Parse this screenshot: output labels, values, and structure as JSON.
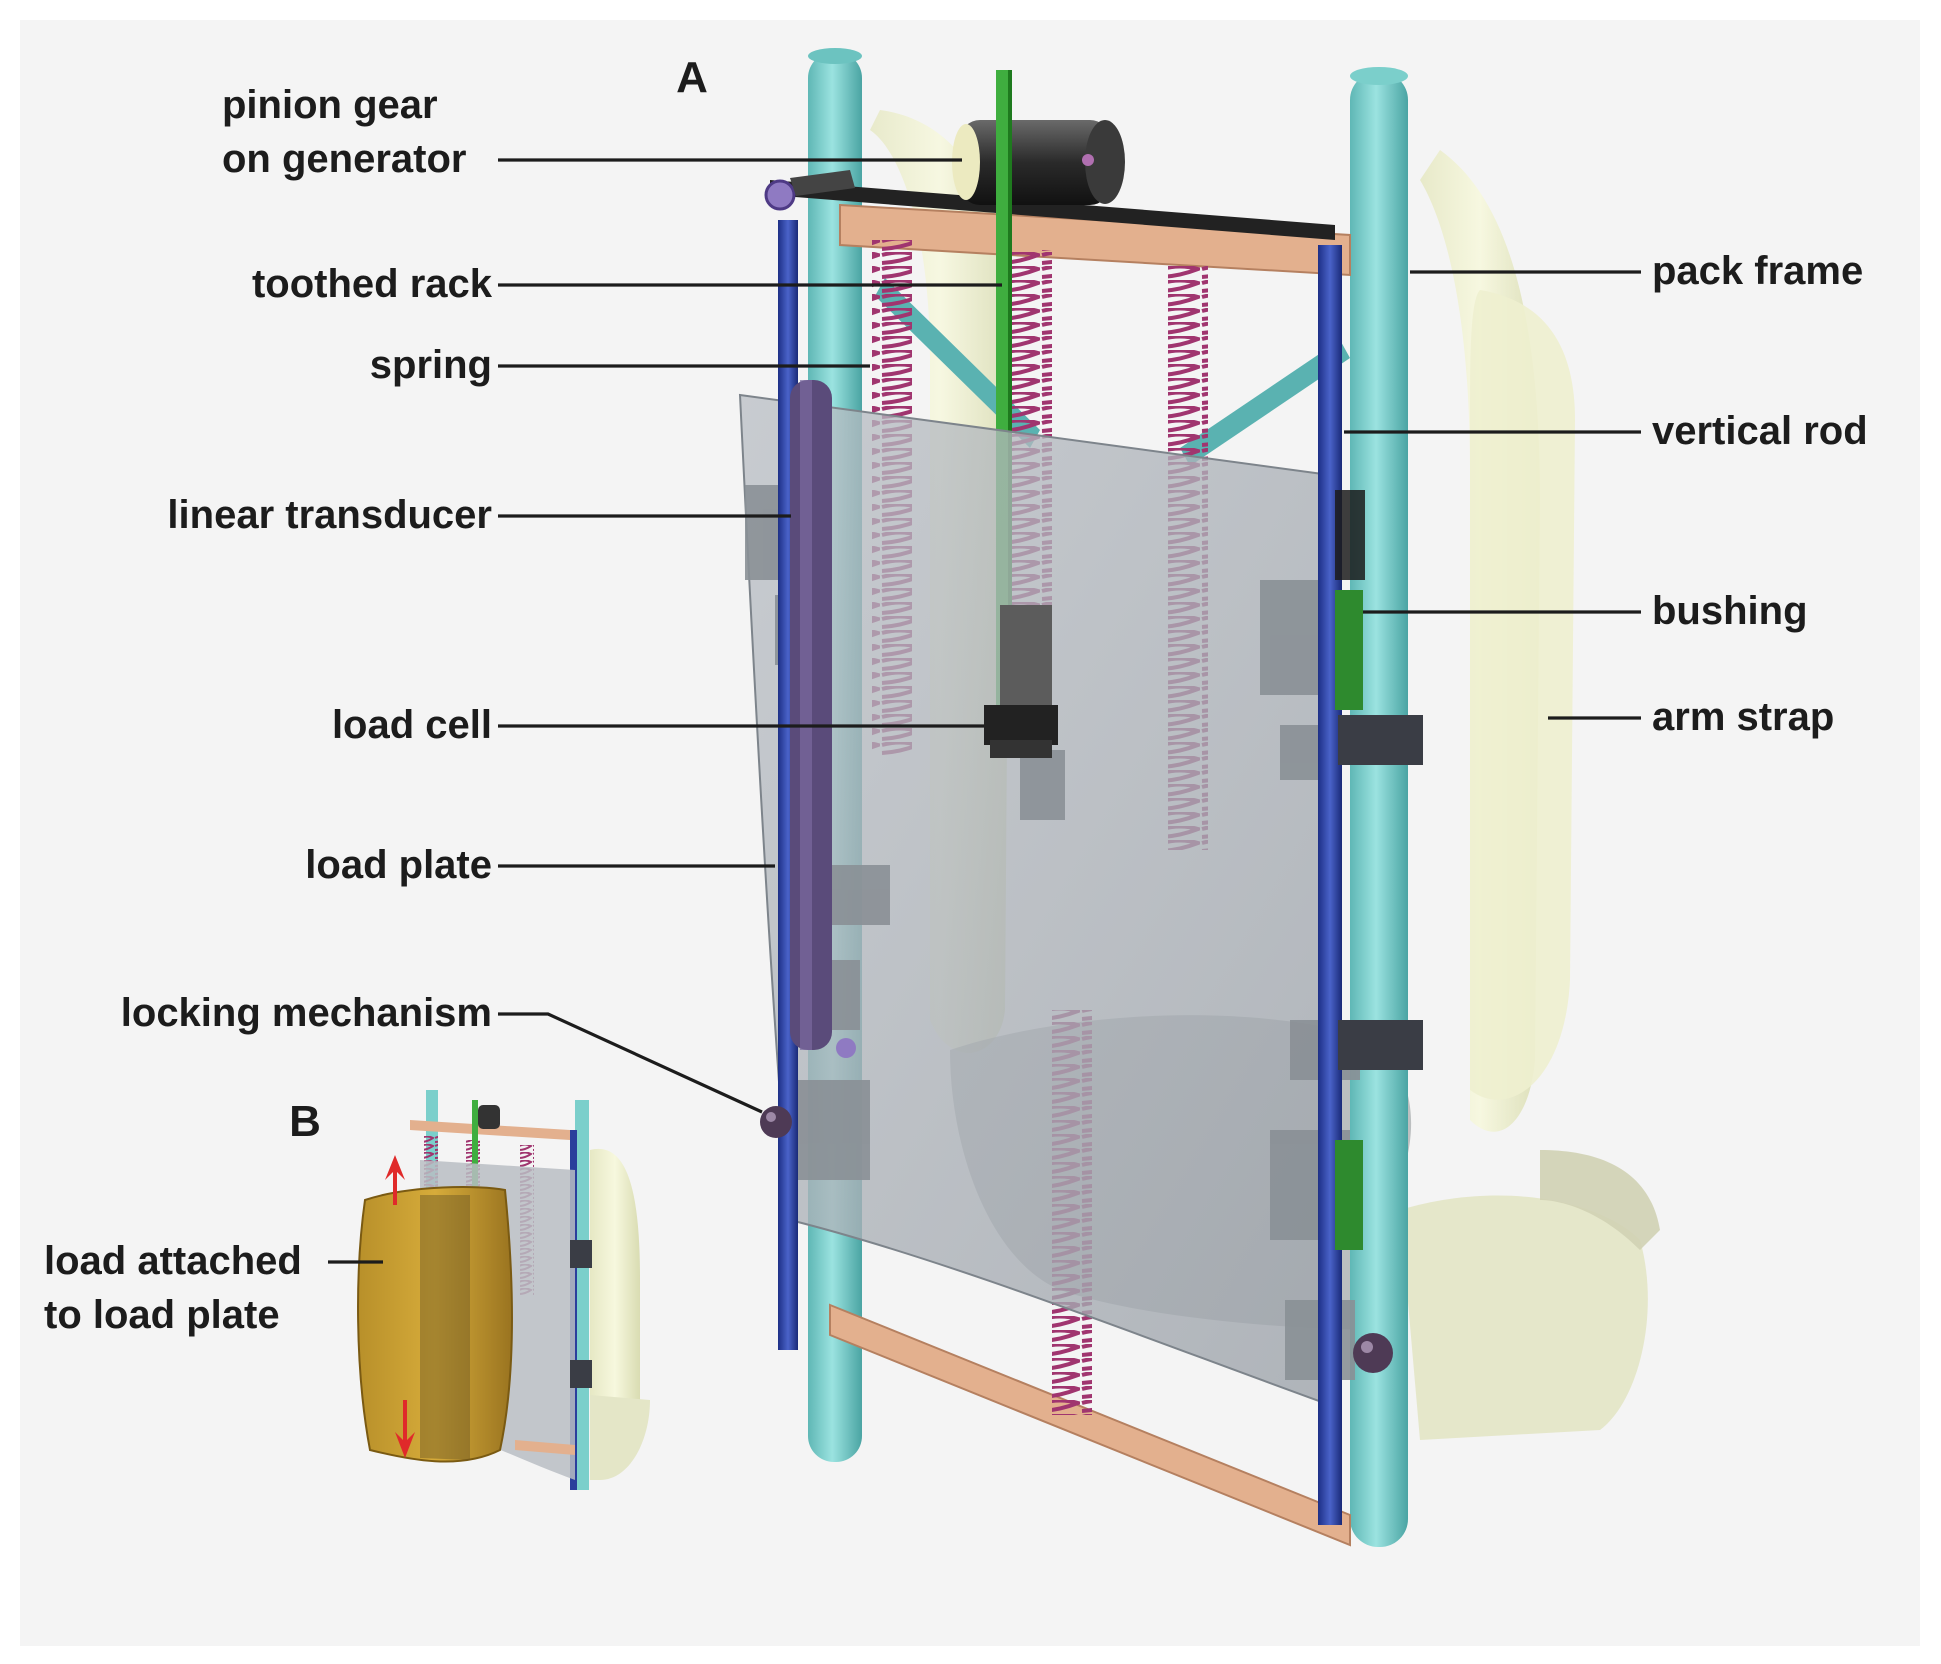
{
  "figure": {
    "panels": {
      "a": "A",
      "b": "B"
    },
    "labels": {
      "pinion_gear": [
        "pinion gear",
        "on generator"
      ],
      "toothed_rack": "toothed rack",
      "spring": "spring",
      "linear_transducer": "linear transducer",
      "load_cell": "load cell",
      "load_plate": "load plate",
      "locking_mechanism": "locking mechanism",
      "load_attached": [
        "load attached",
        "to load plate"
      ],
      "pack_frame": "pack frame",
      "vertical_rod": "vertical rod",
      "bushing": "bushing",
      "arm_strap": "arm strap"
    }
  }
}
